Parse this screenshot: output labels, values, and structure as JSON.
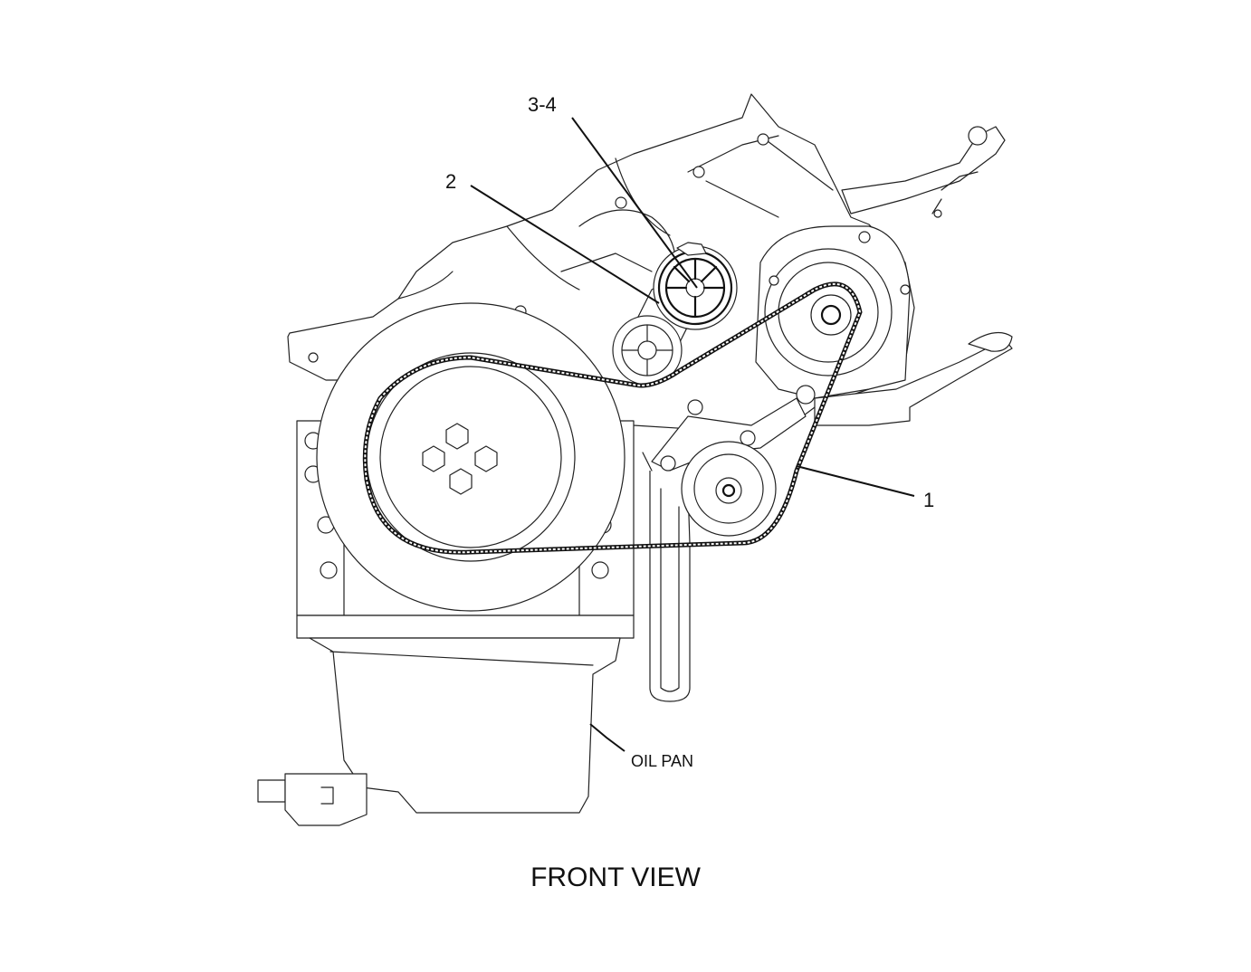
{
  "labels": {
    "callout_1": "1",
    "callout_2": "2",
    "callout_3_4": "3-4",
    "oil_pan": "OIL PAN",
    "view_title": "FRONT VIEW"
  }
}
